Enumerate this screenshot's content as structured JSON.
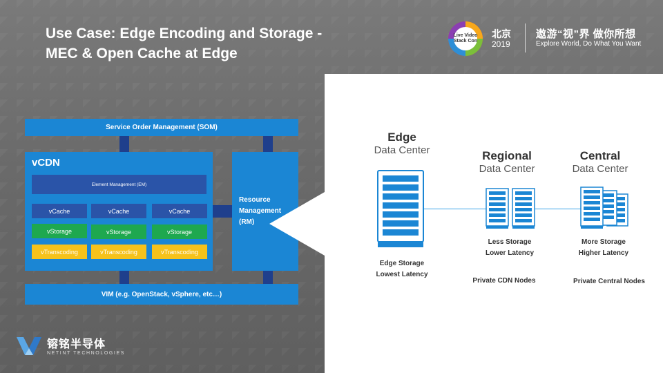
{
  "slide": {
    "title_line1": "Use Case: Edge Encoding and Storage -",
    "title_line2": "MEC & Open Cache at Edge"
  },
  "header": {
    "conference_logo_text": "Live Video Stack Con",
    "city": "北京",
    "year": "2019",
    "slogan": "遨游“视”界 做你所想",
    "slogan_en": "Explore World, Do What You Want"
  },
  "architecture": {
    "som_label": "Service Order Management (SOM)",
    "vcdn_label": "vCDN",
    "em_label": "Element Management (EM)",
    "rm_label_line1": "Resource",
    "rm_label_line2": "Management",
    "rm_label_line3": "(RM)",
    "vim_label": "VIM (e.g. OpenStack, vSphere, etc…)",
    "rows": [
      [
        "vCache",
        "vCache",
        "vCache"
      ],
      [
        "vStorage",
        "vStorage",
        "vStorage"
      ],
      [
        "vTranscoding",
        "vTranscoding",
        "vTranscoding"
      ]
    ],
    "colors": {
      "block": "#1b86d4",
      "dark_block": "#2a54a8",
      "storage": "#1ea84f",
      "transcoding": "#f6c21b",
      "connector": "#1f3f8c"
    }
  },
  "data_centers": {
    "edge": {
      "title": "Edge",
      "subtitle": "Data Center",
      "note_line1": "Edge Storage",
      "note_line2": "Lowest Latency"
    },
    "regional": {
      "title": "Regional",
      "subtitle": "Data Center",
      "note_line1": "Less Storage",
      "note_line2": "Lower Latency",
      "nodes": "Private CDN Nodes"
    },
    "central": {
      "title": "Central",
      "subtitle": "Data Center",
      "note_line1": "More Storage",
      "note_line2": "Higher Latency",
      "nodes": "Private Central Nodes"
    },
    "icon": "server-rack-icon",
    "accent": "#1b86d4"
  },
  "footer": {
    "company_cn": "镕铭半导体",
    "company_en": "NETINT TECHNOLOGIES"
  }
}
